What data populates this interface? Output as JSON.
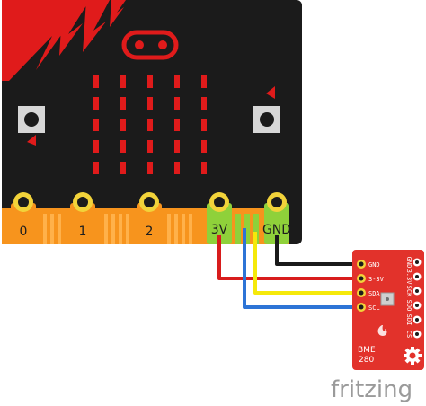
{
  "microbit": {
    "pin_labels": [
      "0",
      "1",
      "2",
      "3V",
      "GND"
    ]
  },
  "sensor": {
    "left_pins": [
      "GND",
      "3-3V",
      "SDA",
      "SCL"
    ],
    "right_pins": [
      "GND",
      "3.3V",
      "SCK",
      "SDO",
      "SDI",
      "CS"
    ],
    "name_line1": "BME",
    "name_line2": "280"
  },
  "wires": [
    {
      "from": "GND",
      "to": "GND",
      "color": "#1a1a1a"
    },
    {
      "from": "3V",
      "to": "3-3V",
      "color": "#d81c1c"
    },
    {
      "from": "P20",
      "to": "SDA",
      "color": "#f5e90a"
    },
    {
      "from": "P19",
      "to": "SCL",
      "color": "#2d74d6"
    }
  ],
  "colors": {
    "board": "#1b1b1b",
    "led": "#e01b1b",
    "edge_connector": "#f7941d",
    "pad": "#f2d33a",
    "sensor_board": "#e2322b"
  },
  "brand": {
    "text": "fritzing"
  }
}
